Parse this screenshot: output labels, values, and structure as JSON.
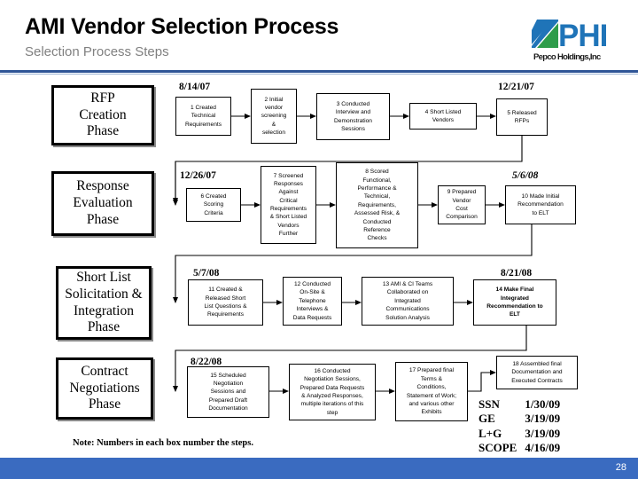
{
  "header": {
    "title": "AMI Vendor Selection Process",
    "subtitle": "Selection Process Steps",
    "logo_text": "Pepco Holdings,Inc"
  },
  "footer": {
    "page_number": "28"
  },
  "note": "Note: Numbers in each box number the steps.",
  "colors": {
    "accent_blue": "#2f5597",
    "footer_blue": "#3a6bc0",
    "logo_blue": "#1f74b8",
    "logo_green": "#2e9c4a",
    "subtitle_gray": "#808080"
  },
  "phases": [
    {
      "id": "phase-rfp-creation",
      "label": "RFP\nCreation\nPhase"
    },
    {
      "id": "phase-response-evaluation",
      "label": "Response\nEvaluation\nPhase"
    },
    {
      "id": "phase-short-list-solicitation",
      "label": "Short List\nSolicitation &\nIntegration\nPhase"
    },
    {
      "id": "phase-contract-negotiations",
      "label": "Contract\nNegotiations\nPhase"
    }
  ],
  "dates": [
    {
      "id": "date-8-14-07",
      "label": "8/14/07",
      "italic": false
    },
    {
      "id": "date-12-21-07",
      "label": "12/21/07",
      "italic": false
    },
    {
      "id": "date-12-26-07",
      "label": "12/26/07",
      "italic": false
    },
    {
      "id": "date-5-6-08",
      "label": "5/6/08",
      "italic": true
    },
    {
      "id": "date-5-7-08",
      "label": "5/7/08",
      "italic": false
    },
    {
      "id": "date-8-21-08",
      "label": "8/21/08",
      "italic": false
    },
    {
      "id": "date-8-22-08",
      "label": "8/22/08",
      "italic": false
    }
  ],
  "steps": [
    {
      "number": "1",
      "label": "1 Created\nTechnical\nRequirements"
    },
    {
      "number": "2",
      "label": "2 Initial\nvendor\nscreening\n&\nselection"
    },
    {
      "number": "3",
      "label": "3 Conducted\nInterview and\nDemonstration\nSessions"
    },
    {
      "number": "4",
      "label": "4 Short Listed\nVendors"
    },
    {
      "number": "5",
      "label": "5 Released\nRFPs"
    },
    {
      "number": "6",
      "label": "6 Created\nScoring\nCriteria"
    },
    {
      "number": "7",
      "label": "7 Screened\nResponses\nAgainst\nCritical\nRequirements\n& Short Listed\nVendors\nFurther"
    },
    {
      "number": "8",
      "label": "8 Scored\nFunctional,\nPerformance &\nTechnical,\nRequirements,\nAssessed Risk, &\nConducted\nReference\nChecks"
    },
    {
      "number": "9",
      "label": "9 Prepared\nVendor\nCost\nComparison"
    },
    {
      "number": "10",
      "label": "10 Made Initial\nRecommendation\nto ELT"
    },
    {
      "number": "11",
      "label": "11 Created &\nReleased Short\nList Questions &\nRequirements"
    },
    {
      "number": "12",
      "label": "12 Conducted\nOn-Site &\nTelephone\nInterviews &\nData Requests"
    },
    {
      "number": "13",
      "label": "13 AMI & CI Teams\nCollaborated on\nIntegrated\nCommunications\nSolution Analysis"
    },
    {
      "number": "14",
      "label": "14 Make Final\nIntegrated\nRecommendation to\nELT",
      "bold": true
    },
    {
      "number": "15",
      "label": "15 Scheduled\nNegotiation\nSessions and\nPrepared Draft\nDocumentation"
    },
    {
      "number": "16",
      "label": "16 Conducted\nNegotiation Sessions,\nPrepared Data Requests\n& Analyzed Responses,\nmultiple iterations of this\nstep"
    },
    {
      "number": "17",
      "label": "17 Prepared final\nTerms &\nConditions,\nStatement of Work;\nand various other\nExhibits"
    },
    {
      "number": "18",
      "label": "18 Assembled final\nDocumentation and\nExecuted Contracts"
    }
  ],
  "contract_dates": {
    "rows": [
      {
        "vendor": "SSN",
        "date": "1/30/09"
      },
      {
        "vendor": "GE",
        "date": "3/19/09"
      },
      {
        "vendor": "L+G",
        "date": "3/19/09"
      },
      {
        "vendor": "SCOPE",
        "date": "4/16/09"
      }
    ]
  }
}
